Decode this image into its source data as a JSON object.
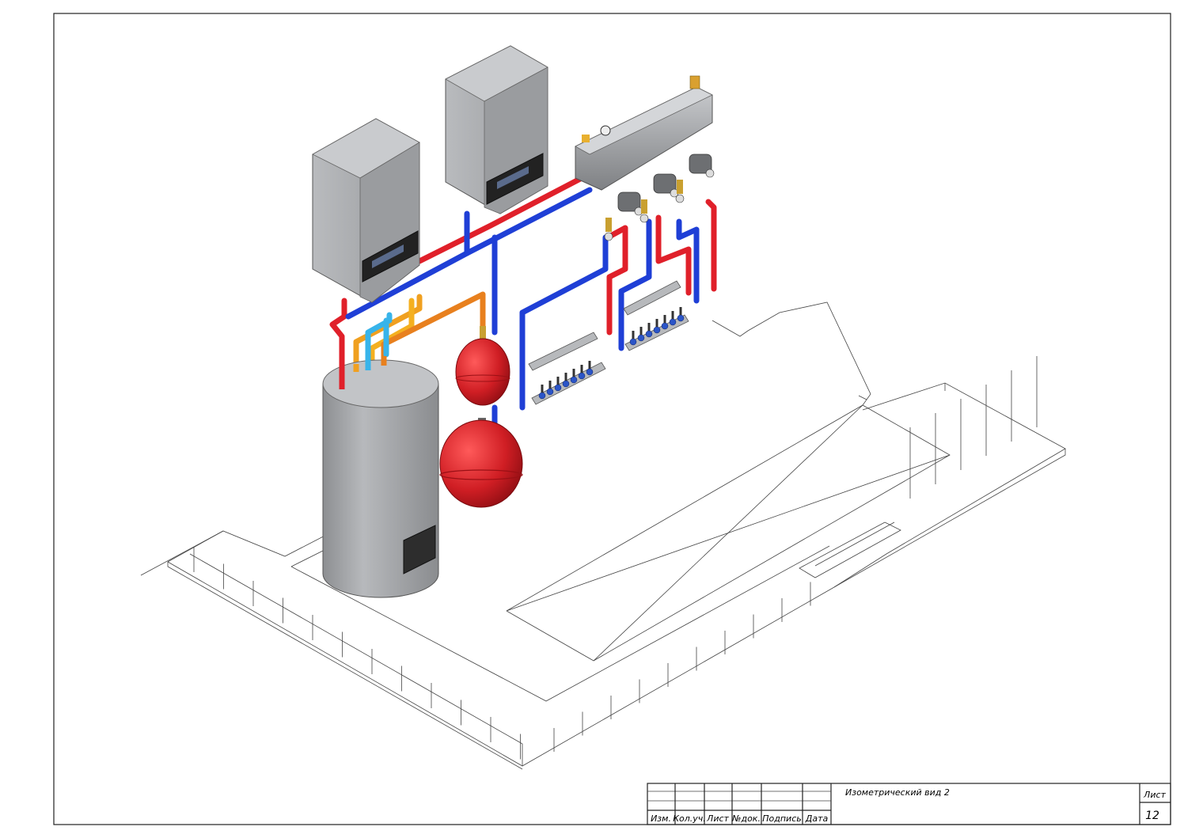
{
  "title_block": {
    "headers": [
      "Изм.",
      "Кол.уч.",
      "Лист",
      "№док.",
      "Подпись",
      "Дата"
    ],
    "title": "Изометрический вид 2",
    "sheet_label": "Лист",
    "sheet_number": "12"
  },
  "colors": {
    "supply_pipe": "#e0202a",
    "return_pipe": "#1f3fd6",
    "dhw_pipe": "#f0a020",
    "cold_pipe": "#38b4ea",
    "recirc_pipe": "#e8801e",
    "equipment_grey": "#a9abae",
    "tank_red": "#d01e24"
  }
}
